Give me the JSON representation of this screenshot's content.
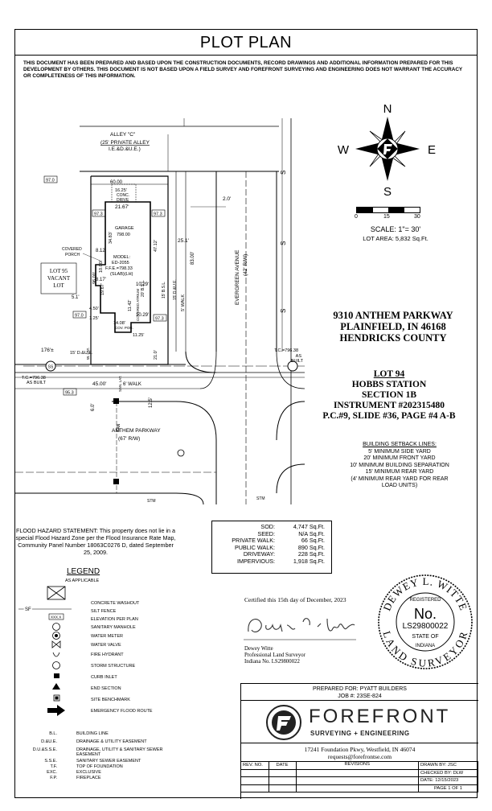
{
  "title": "PLOT PLAN",
  "disclaimer": "THIS DOCUMENT HAS BEEN PREPARED AND BASED UPON THE CONSTRUCTION DOCUMENTS, RECORD DRAWINGS AND ADDITIONAL INFORMATION PREPARED FOR THIS DEVELOPMENT BY OTHERS. THIS DOCUMENT IS NOT BASED UPON A FIELD SURVEY AND FOREFRONT SURVEYING AND ENGINEERING DOES NOT WARRANT THE ACCURACY OR COMPLETENESS OF THIS INFORMATION.",
  "compass": {
    "n": "N",
    "s": "S",
    "e": "E",
    "w": "W"
  },
  "scale": {
    "t0": "0",
    "t1": "15",
    "t2": "30",
    "text": "SCALE:  1\"= 30'",
    "lot_area": "LOT AREA: 5,832 Sq.Ft."
  },
  "plan": {
    "alley1": "ALLEY \"C\"",
    "alley2": "(25' PRIVATE ALLEY",
    "alley3": "I.E.&D.&U.E.)",
    "d6000": "60.00",
    "d1625": "16.25'",
    "conc": "CONC.",
    "drive": "DRIVE",
    "d2167": "21.67'",
    "garage": "GARAGE",
    "garage_area": "798.00",
    "model1": "MODEL:",
    "model2": "ED-2055",
    "model3": "F.F.E.=798.33",
    "model4": "(SLAB)(LH)",
    "covered1": "COVERED",
    "covered2": "PORCH",
    "vacant1": "LOT 95",
    "vacant2": "VACANT",
    "vacant3": "LOT",
    "e970a": "97.0",
    "e973a": "97.3",
    "e973b": "97.3",
    "e970b": "97.0",
    "e973c": "97.3",
    "e953": "95.3",
    "d251": "25.1'",
    "d20": "2.0'",
    "d812a": "8.12'",
    "d817": "8.17'",
    "d51": "5.1'",
    "d1029a": "10.29'",
    "d1029b": "10.29'",
    "d1142": "11.42'",
    "d1125": "11.25'",
    "d1408": "14.08'",
    "d450": "4.50'",
    "d125": "1.25'",
    "d9600": "96.00'",
    "d10000": "10.00'",
    "d1967": "19.67'",
    "d3483": "34.83'",
    "d4712": "47.12'",
    "d8300": "83.00'",
    "d210": "21.0'",
    "d176": "176'±",
    "d4500": "45.00'",
    "d60": "6.0'",
    "d125s": "12.5'",
    "walk6": "6' WALK",
    "walk5": "5' WALK",
    "due15": "15' D.&U.E.",
    "due15b": "15' D.&U.E.",
    "bsl20": "20' B.S.L.",
    "bsl15": "15' B.S.L.",
    "evergreen1": "EVERGREEN AVENUE",
    "evergreen2": "(42' R/W)",
    "anthem1": "ANTHEM PARKWAY",
    "anthem2": "(67' R/W)",
    "tc1": "T.C.=796.38",
    "tc1b": "AS BUILT",
    "tc2": "T.C.=796.38",
    "tc2b": "AS",
    "tc2c": "BUILT",
    "stm": "STM",
    "san": "SAN",
    "s": "S",
    "ss": "SS",
    "wlat": "W. LAT.",
    "sanlat": "SAN. LAT.",
    "cov_porch": "COV. POR.",
    "atrium": "COVERED ATRIUM"
  },
  "address": [
    "9310 ANTHEM PARKWAY",
    "PLAINFIELD, IN 46168",
    "HENDRICKS COUNTY"
  ],
  "lot_info": [
    "LOT 94",
    "HOBBS STATION",
    "SECTION 1B",
    "INSTRUMENT #202315480",
    "P.C.#9, SLIDE #36, PAGE #4 A-B"
  ],
  "setback": {
    "heading": "BUILDING SETBACK LINES:",
    "lines": [
      "5' MINIMUM SIDE YARD",
      "20' MINIMUM FRONT YARD",
      "10' MINIMUM BUILDING SEPARATION",
      "15' MINIMUM REAR YARD",
      "(4' MINIMUM REAR YARD FOR REAR",
      "LOAD UNITS)"
    ]
  },
  "flood": "FLOOD HAZARD STATEMENT: This property does not lie in a special Flood Hazard Zone per the Flood Insurance Rate Map, Community Panel Number 18063C0276 D, dated September 25, 2009.",
  "areas": [
    {
      "k": "SOD:",
      "v": "4,747 Sq.Ft."
    },
    {
      "k": "SEED:",
      "v": "N/A Sq.Ft."
    },
    {
      "k": "PRIVATE WALK:",
      "v": "66 Sq.Ft."
    },
    {
      "k": "PUBLIC WALK:",
      "v": "890 Sq.Ft."
    },
    {
      "k": "DRIVEWAY:",
      "v": "228 Sq.Ft."
    },
    {
      "k": "IMPERVIOUS:",
      "v": "1,918 Sq.Ft."
    }
  ],
  "legend": {
    "heading": "LEGEND",
    "sub": "AS APPLICABLE",
    "washout": "CONCRETE WASHOUT",
    "sf_mark": "SF",
    "silt": "SILT FENCE",
    "elev_box": "XXX.X",
    "elev": "ELEVATION PER PLAN",
    "san_mh": "SANITARY MANHOLE",
    "meter": "WATER METER",
    "valve": "WATER VALVE",
    "hydrant": "FIRE HYDRANT",
    "storm": "STORM STRUCTURE",
    "curb": "CURB INLET",
    "end": "END SECTION",
    "bench": "SITE BENCHMARK",
    "flood_route": "EMERGENCY FLOOD ROUTE",
    "abbr": [
      {
        "k": "B.L.",
        "v": "BUILDING LINE"
      },
      {
        "k": "D.&U.E.",
        "v": "DRAINAGE & UTILITY EASEMENT"
      },
      {
        "k": "D.U.&S.S.E.",
        "v": "DRAINAGE, UTILITY & SANITARY SEWER EASEMENT"
      },
      {
        "k": "S.S.E.",
        "v": "SANITARY SEWER EASEMENT"
      },
      {
        "k": "T.F.",
        "v": "TOP OF FOUNDATION"
      },
      {
        "k": "EXC.",
        "v": "EXCLUSIVE"
      },
      {
        "k": "F.P.",
        "v": "FIREPLACE"
      }
    ]
  },
  "cert": "Certified this 15th day of December, 2023",
  "signer": [
    "Dewey Witte",
    "Professional Land Surveyor",
    "Indiana No. LS29800022"
  ],
  "seal": {
    "top": "DEWEY L. WITTE",
    "registered": "REGISTERED",
    "no": "No.",
    "num": "LS29800022",
    "state": "STATE OF",
    "indiana": "INDIANA",
    "bottom": "LAND SURVEYOR"
  },
  "titleblock": {
    "prepared": "PREPARED FOR: PYATT BUILDERS",
    "job": "JOB #: 23SE-824",
    "brand": "FOREFRONT",
    "tag": "SURVEYING + ENGINEERING",
    "addr1": "17241 Foundation Pkwy, Westfield, IN 46074",
    "addr2": "requests@forefrontse.com",
    "rev_no": "REV. NO.",
    "date": "DATE",
    "revisions": "REVISIONS",
    "drawn": "DRAWN BY: JSC",
    "checked": "CHECKED BY: DLW",
    "date_val": "DATE: 12/15/2023",
    "page": "PAGE 1 OF 1"
  }
}
